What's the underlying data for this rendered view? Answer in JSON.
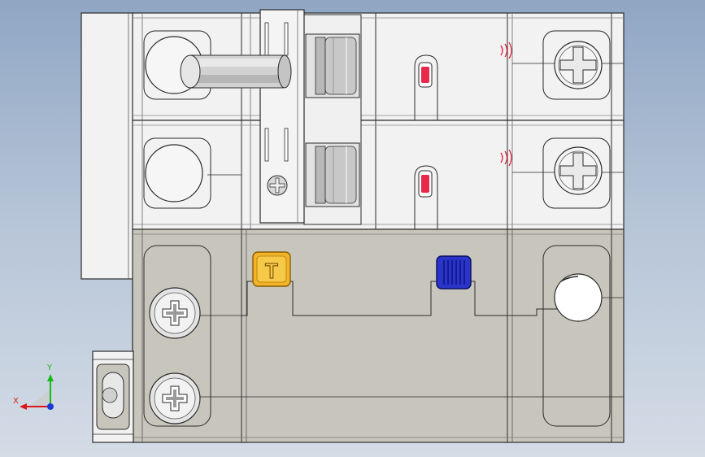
{
  "viewport": {
    "background_top": "#8fa6c4",
    "background_bottom": "#d4dce6"
  },
  "model": {
    "body_color": "#f2f2f2",
    "base_color": "#c8c6bc",
    "edge_color": "#2a2a2a",
    "handle_color": "#d0d0d0",
    "window_red": "#e8294a",
    "test_button_color": "#f2b52a",
    "test_button_label": "T",
    "blue_indicator_color": "#2a35c8"
  },
  "triad": {
    "x_label": "X",
    "y_label": "Y",
    "x_color": "#d81818",
    "y_color": "#18b818",
    "z_color": "#1a3ad8"
  }
}
